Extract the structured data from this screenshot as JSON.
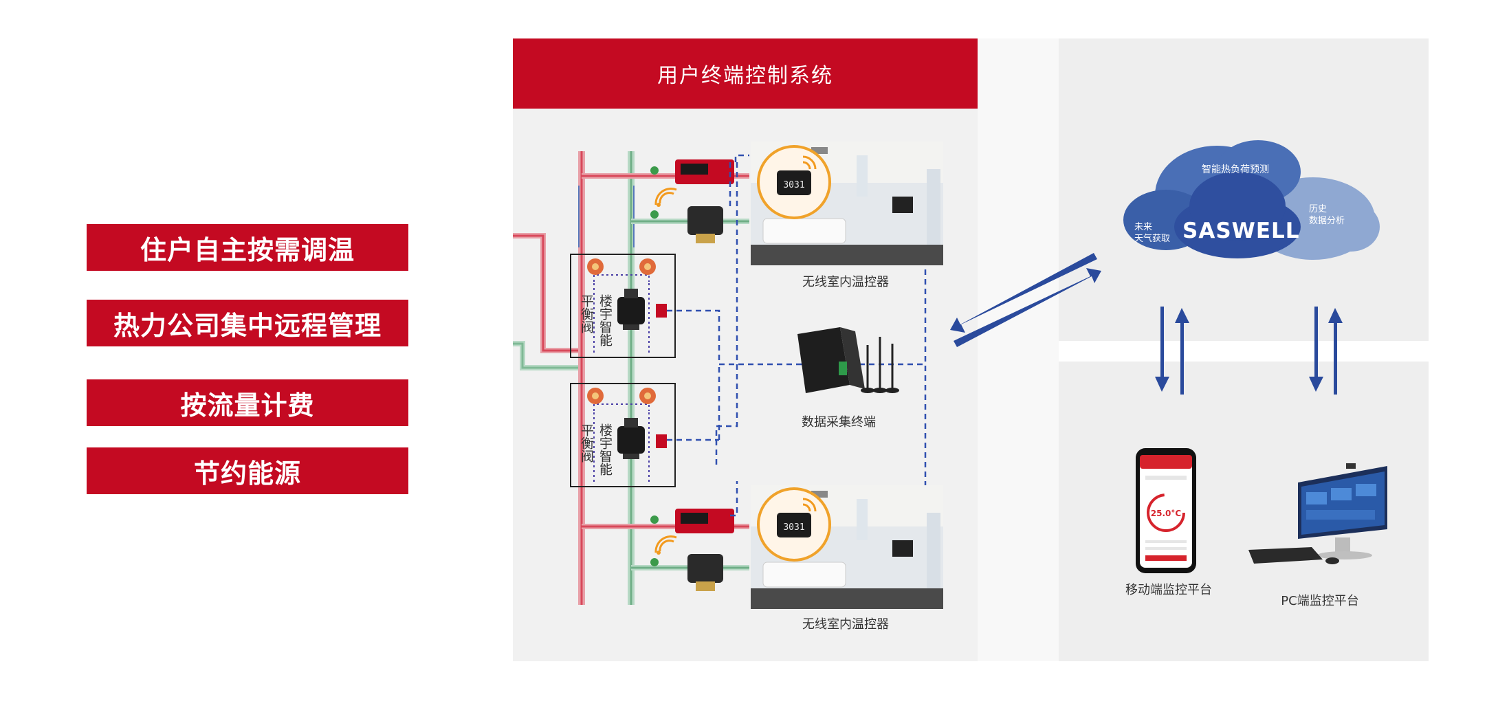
{
  "features": [
    "住户自主按需调温",
    "热力公司集中远程管理",
    "按流量计费",
    "节约能源"
  ],
  "panel": {
    "title": "用户终端控制系统",
    "valve_label": "楼宇智能平衡阀",
    "thermostat_label_top": "无线室内温控器",
    "thermostat_label_bottom": "无线室内温控器",
    "collector_label": "数据采集终端",
    "thermostat_display": "3031"
  },
  "cloud": {
    "brand": "SASWELL",
    "top": "智能热负荷预测",
    "left_line1": "未来",
    "left_line2": "天气获取",
    "right_line1": "历史",
    "right_line2": "数据分析"
  },
  "platforms": {
    "mobile_label": "移动端监控平台",
    "pc_label": "PC端监控平台",
    "mobile_temp": "25.0°C"
  },
  "colors": {
    "accent_red": "#c40a22",
    "arrow_blue": "#2a4a9c",
    "cloud_dark": "#2f4f9f",
    "cloud_light": "#8fa8d2"
  }
}
